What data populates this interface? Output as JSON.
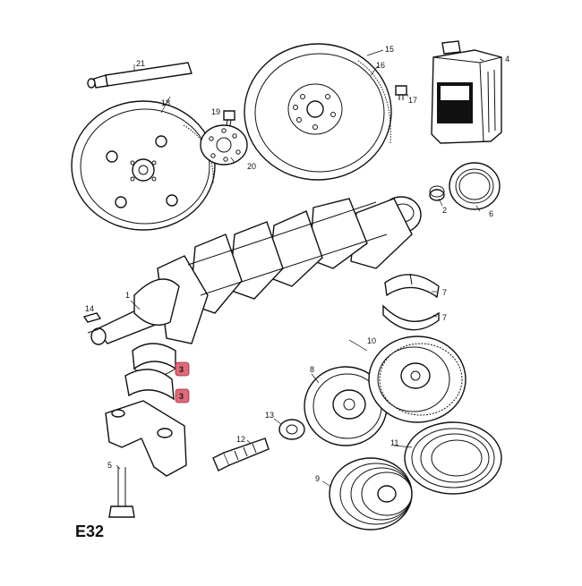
{
  "diagram": {
    "figure_code": "E32",
    "badge_color": "#e06a7a",
    "labels": {
      "p1": "1",
      "p2": "2",
      "p3a": "3",
      "p3b": "3",
      "p4": "4",
      "p5": "5",
      "p6": "6",
      "p7a": "7",
      "p7b": "7",
      "p8": "8",
      "p9": "9",
      "p10": "10",
      "p11": "11",
      "p12": "12",
      "p13": "13",
      "p14": "14",
      "p15": "15",
      "p16": "16",
      "p17": "17",
      "p18": "18",
      "p19": "19",
      "p20": "20",
      "p21": "21"
    }
  }
}
